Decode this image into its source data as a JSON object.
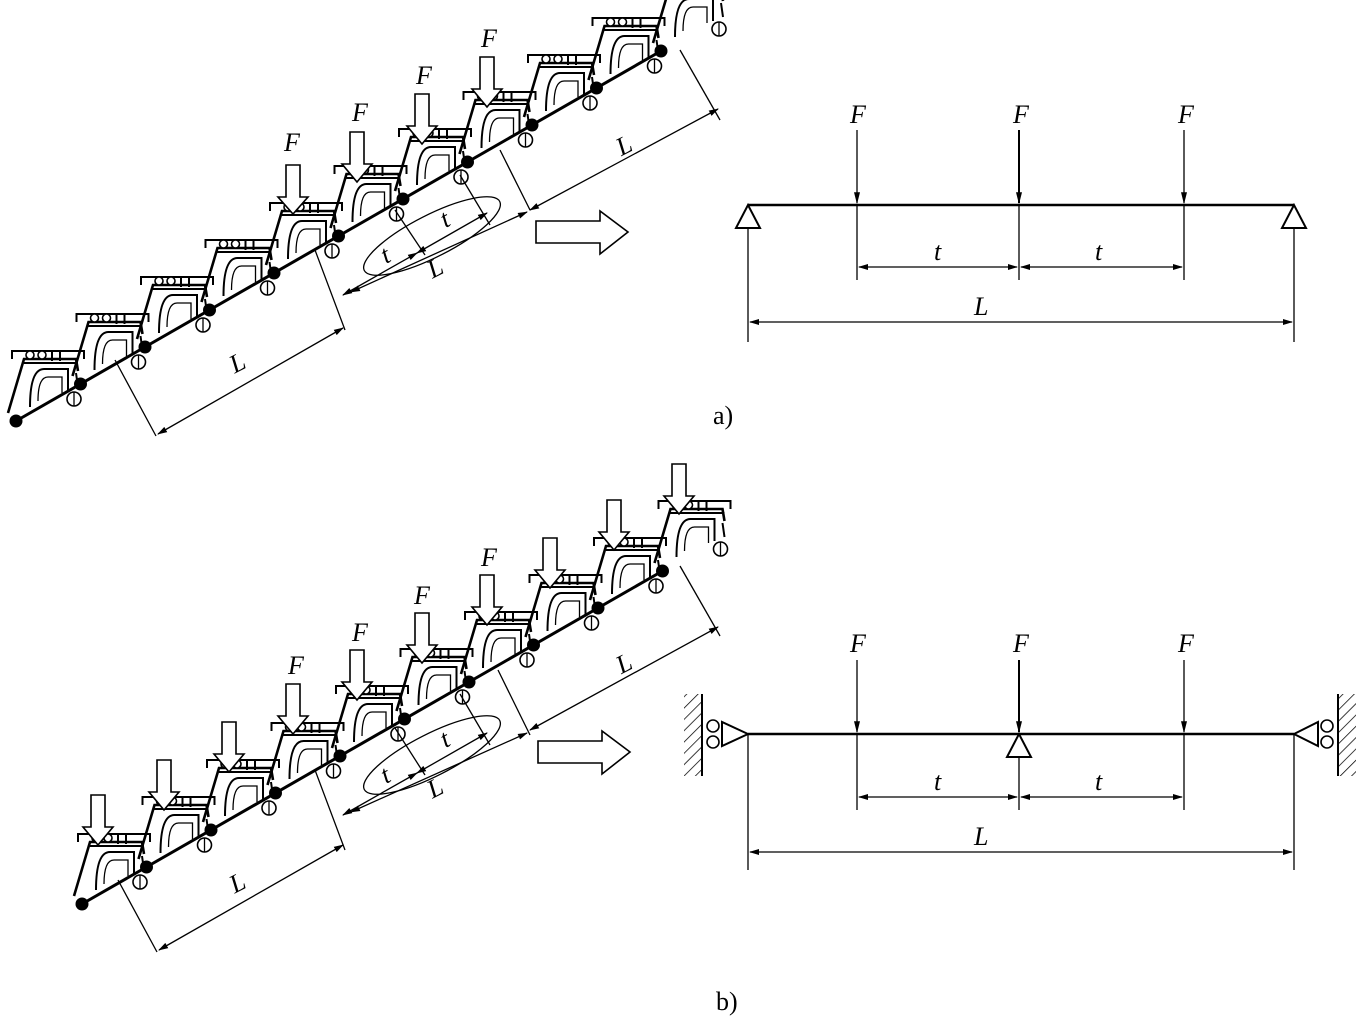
{
  "panels": [
    {
      "caption": "a)",
      "force_label": "F",
      "spacing_label": "t",
      "span_label": "L",
      "support_type": "pin-pin"
    },
    {
      "caption": "b)",
      "force_label": "F",
      "spacing_label": "t",
      "span_label": "L",
      "support_type": "wall-roller-with-middle-pin"
    }
  ]
}
